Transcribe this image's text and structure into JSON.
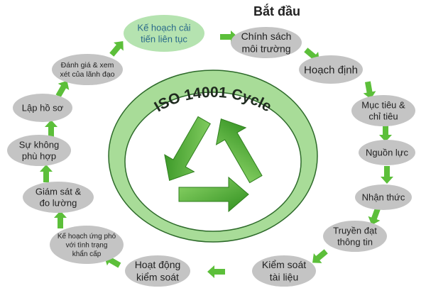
{
  "start_label": "Bắt đầu",
  "cycle_title": "ISO 14001 Cycle",
  "center_icon": "recycle-icon",
  "colors": {
    "node_gray": "#c4c4c4",
    "node_highlight": "#b5e3b0",
    "arrow": "#5cbf3a",
    "ring": "#a8dc98",
    "recycle": "#4fae2e",
    "highlight_text": "#2a6a8a"
  },
  "steps": [
    {
      "lines": [
        "Kế hoạch cải",
        "tiến liên tục"
      ],
      "highlight": true
    },
    {
      "lines": [
        "Chính sách",
        "môi trường"
      ]
    },
    {
      "lines": [
        "Hoạch định"
      ]
    },
    {
      "lines": [
        "Mục tiêu &",
        "chỉ tiêu"
      ]
    },
    {
      "lines": [
        "Nguồn lực"
      ]
    },
    {
      "lines": [
        "Nhận thức"
      ]
    },
    {
      "lines": [
        "Truyền đạt",
        "thông tin"
      ]
    },
    {
      "lines": [
        "Kiểm soát",
        "tài liệu"
      ]
    },
    {
      "lines": [
        "Hoạt động",
        "kiểm soát"
      ]
    },
    {
      "lines": [
        "Kế hoạch ứng phó",
        "với tình trạng",
        "khẩn cấp"
      ]
    },
    {
      "lines": [
        "Giám sát &",
        "đo lường"
      ]
    },
    {
      "lines": [
        "Sự không",
        "phù hợp"
      ]
    },
    {
      "lines": [
        "Lập hồ sơ"
      ]
    },
    {
      "lines": [
        "Đánh giá & xem",
        "xét của lãnh đạo"
      ]
    }
  ]
}
